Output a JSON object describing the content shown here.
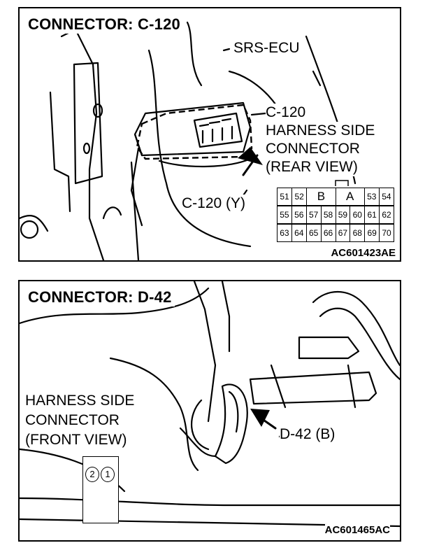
{
  "top_panel": {
    "title": "CONNECTOR: C-120",
    "ecu_label": "SRS-ECU",
    "harness_label_lines": [
      "C-120",
      "HARNESS SIDE",
      "CONNECTOR",
      "(REAR VIEW)"
    ],
    "connector_label": "C-120 (Y)",
    "code": "AC601423AE",
    "pin_rows": [
      [
        "51",
        "52",
        "B",
        "A",
        "53",
        "54"
      ],
      [
        "55",
        "56",
        "57",
        "58",
        "59",
        "60",
        "61",
        "62"
      ],
      [
        "63",
        "64",
        "65",
        "66",
        "67",
        "68",
        "69",
        "70"
      ]
    ]
  },
  "bottom_panel": {
    "title": "CONNECTOR: D-42",
    "harness_label_lines": [
      "HARNESS SIDE",
      "CONNECTOR",
      "(FRONT VIEW)"
    ],
    "connector_label": "D-42 (B)",
    "code": "AC601465AC",
    "pins": [
      "2",
      "1"
    ]
  }
}
